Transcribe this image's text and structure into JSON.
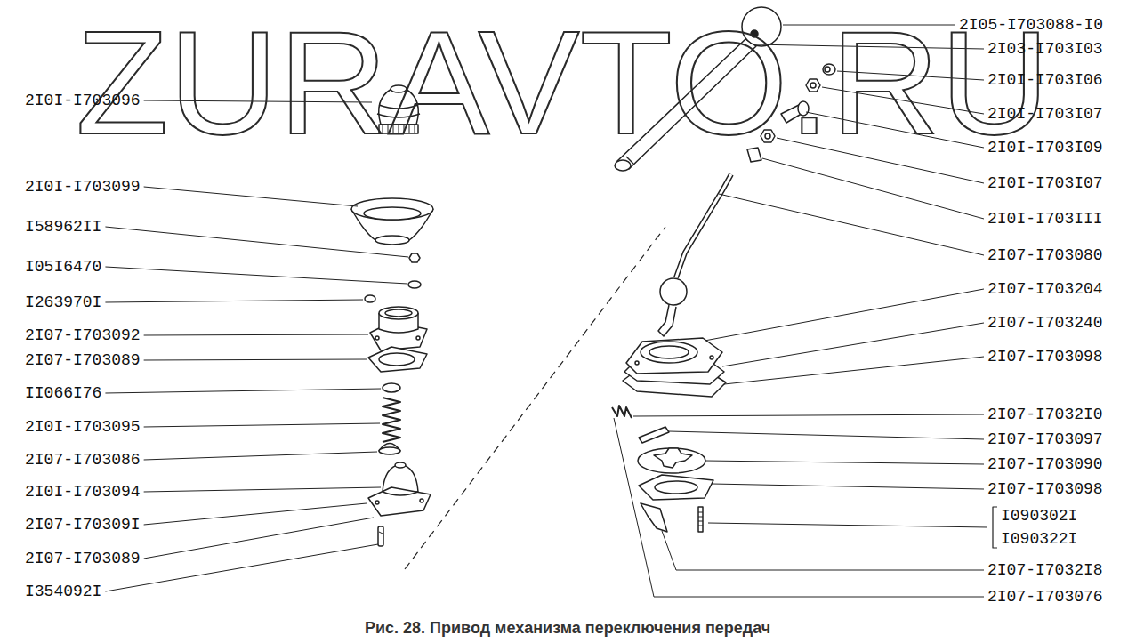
{
  "diagram": {
    "caption": "Рис. 28. Привод механизма переключения передач",
    "labels": [
      "ZURAVTO.RU",
      "2I0I-I703096",
      "2I0I-I703099",
      "I58962II",
      "I05I6470",
      "I263970I",
      "2I07-I703092",
      "2I07-I703089",
      "II066I76",
      "2I0I-I703095",
      "2I07-I703086",
      "2I0I-I703094",
      "2I07-I70309I",
      "2I07-I703089",
      "I354092I",
      "2I05-I703088-I0",
      "2I03-I703I03",
      "2I0I-I703I06",
      "2I0I-I703I07",
      "2I0I-I703I09",
      "2I0I-I703I07",
      "2I0I-I703III",
      "2I07-I703080",
      "2I07-I703204",
      "2I07-I703240",
      "2I07-I703098",
      "2I07-I7032I0",
      "2I07-I703097",
      "2I07-I703090",
      "2I07-I703098",
      "I090302I",
      "I090322I",
      "2I07-I7032I8",
      "2I07-I703076"
    ]
  }
}
